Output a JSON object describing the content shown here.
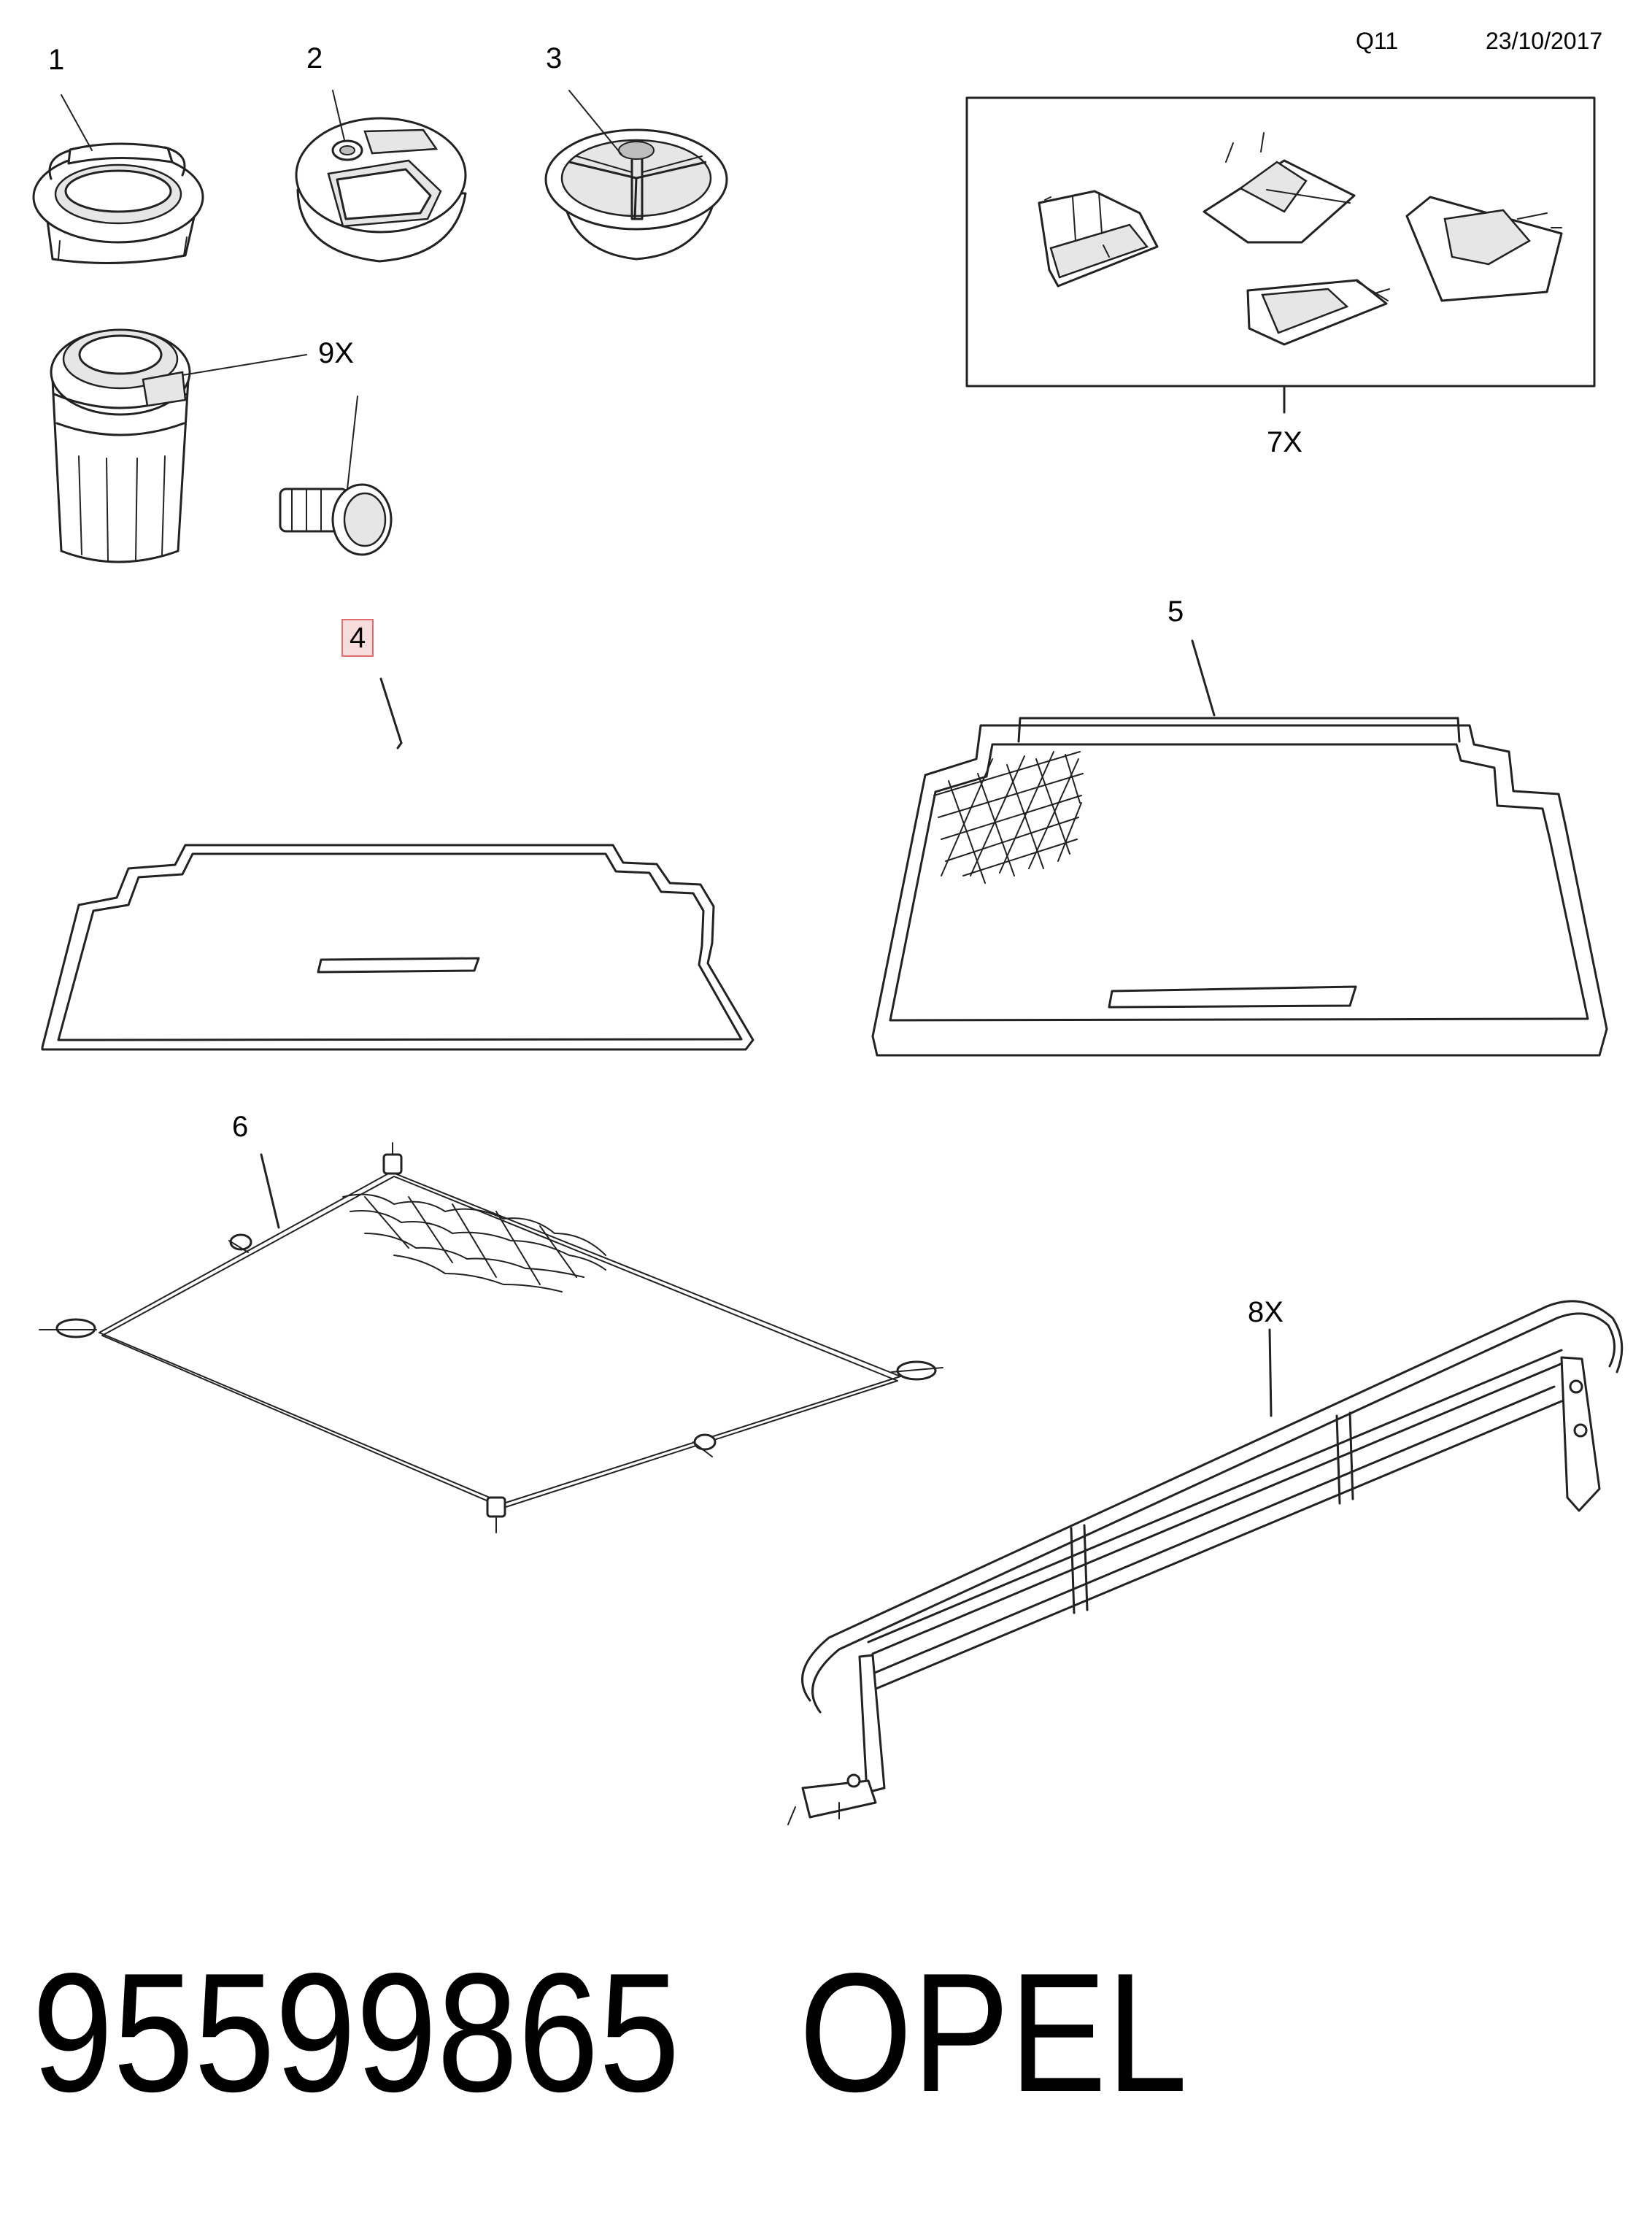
{
  "header": {
    "code": "Q11",
    "date": "23/10/2017"
  },
  "callouts": {
    "item_1": "1",
    "item_2": "2",
    "item_3": "3",
    "item_9x": "9X",
    "item_7x": "7X",
    "item_4": "4",
    "item_5": "5",
    "item_6": "6",
    "item_8x": "8X"
  },
  "selected_callout": "4",
  "footer": {
    "part_number": "95599865",
    "brand": "OPEL"
  },
  "icons": {
    "item_1": "cup-holder-ring-icon",
    "item_2": "ashtray-lid-icon",
    "item_3": "divided-coin-holder-icon",
    "item_9x": "ashtray-cup-and-plug-icon",
    "item_7x": "mounting-brackets-icon",
    "item_4": "trunk-floor-mat-icon",
    "item_5": "trunk-tray-with-net-icon",
    "item_6": "cargo-net-icon",
    "item_8x": "dog-guard-rail-icon"
  },
  "colors": {
    "line": "#222222",
    "highlight_fill": "#f7dcdc",
    "highlight_border": "#e36b6b"
  }
}
